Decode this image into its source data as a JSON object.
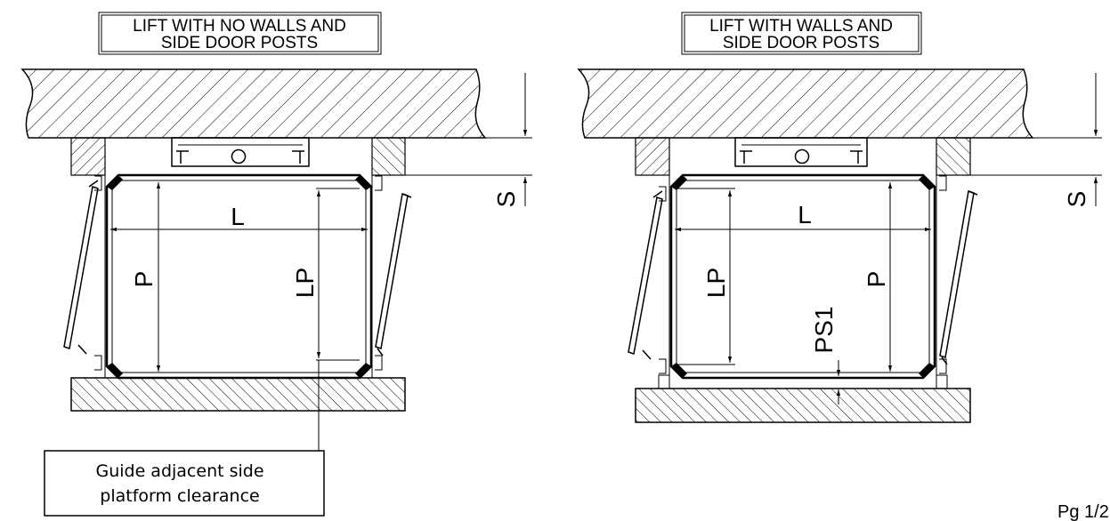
{
  "left_view": {
    "title_line1": "LIFT WITH NO WALLS AND",
    "title_line2": "SIDE DOOR POSTS",
    "dims": {
      "length": "L",
      "depth": "P",
      "platform_length": "LP",
      "clearance": "S"
    }
  },
  "right_view": {
    "title_line1": "LIFT WITH WALLS AND",
    "title_line2": "SIDE DOOR POSTS",
    "dims": {
      "length": "L",
      "depth": "P",
      "platform_length": "LP",
      "clearance": "S",
      "side_clearance": "PS1"
    }
  },
  "callout": {
    "line1": "Guide adjacent side",
    "line2": "platform clearance"
  },
  "page_label": "Pg 1/2",
  "colors": {
    "ink": "#000000",
    "paper": "#ffffff"
  }
}
